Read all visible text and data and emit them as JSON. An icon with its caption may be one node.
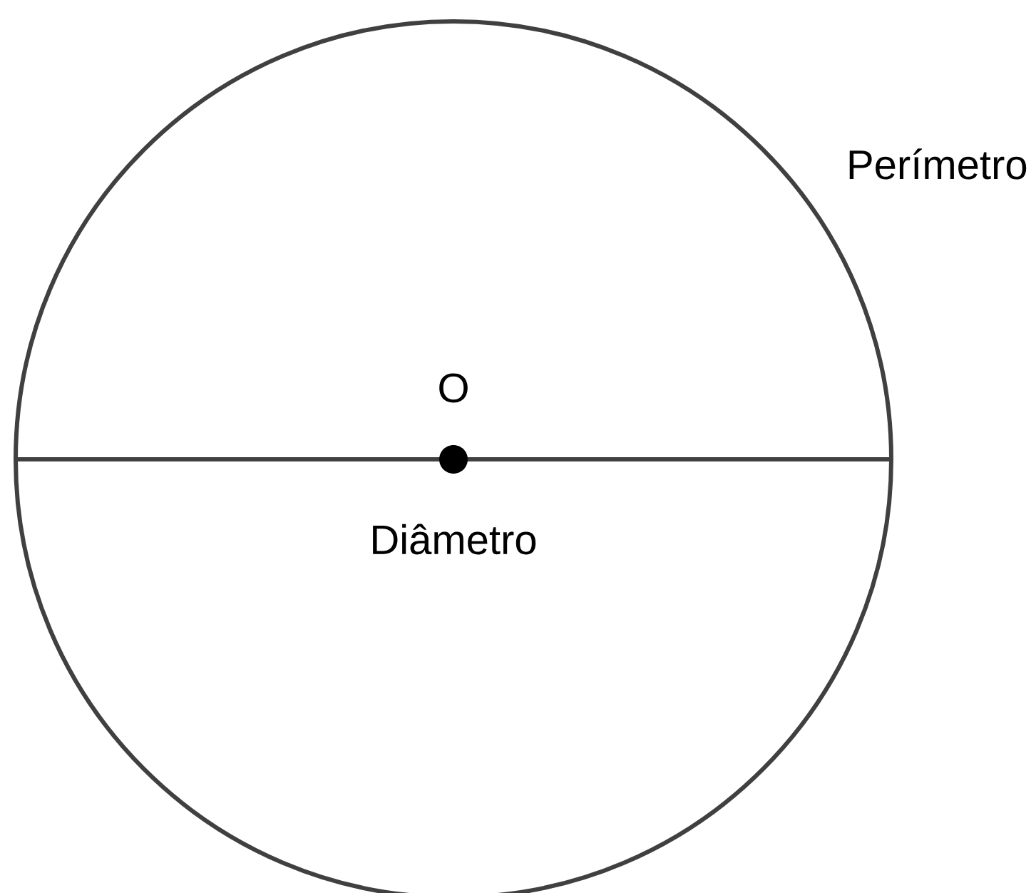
{
  "diagram": {
    "labels": [
      "Perímetro",
      "O",
      "Diâmetro"
    ]
  }
}
